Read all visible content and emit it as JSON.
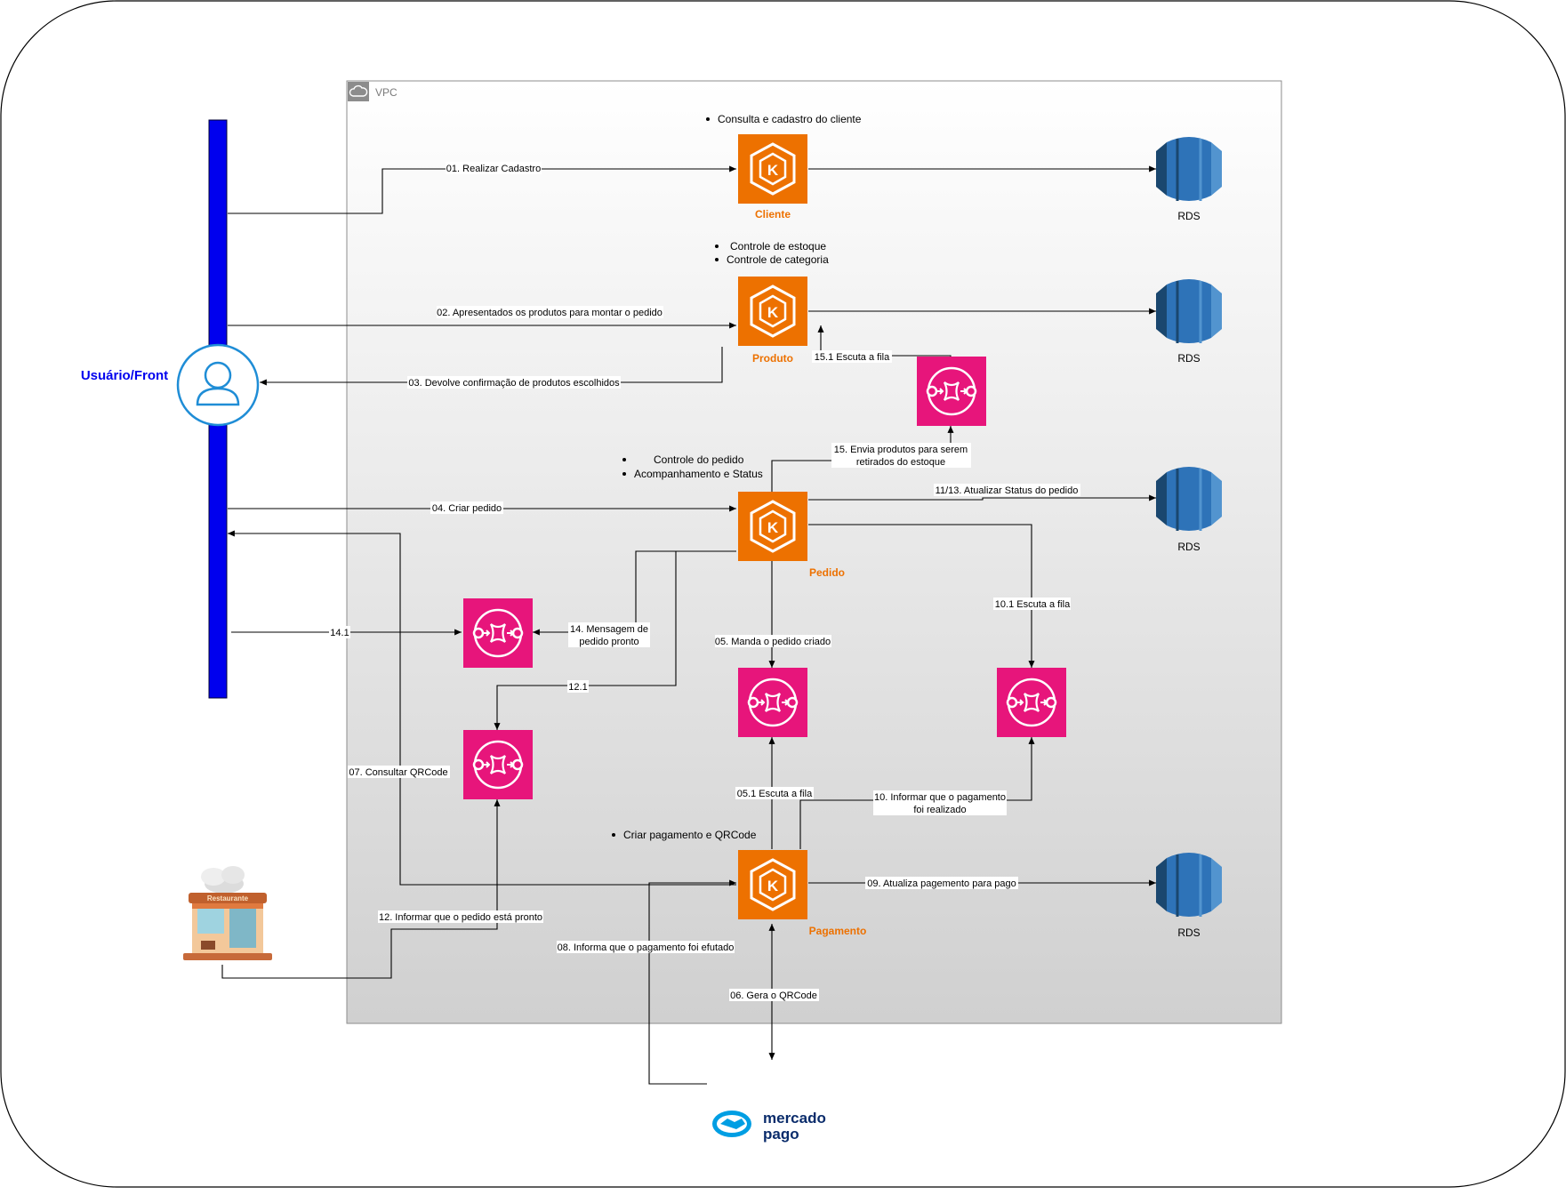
{
  "vpc": {
    "label": "VPC"
  },
  "user": {
    "label": "Usuário/Front"
  },
  "services": {
    "cliente": "Cliente",
    "produto": "Produto",
    "pedido": "Pedido",
    "pagamento": "Pagamento"
  },
  "rds_label": "RDS",
  "notes": {
    "cliente": [
      "Consulta e cadastro do cliente"
    ],
    "produto": [
      "Controle de estoque",
      "Controle de categoria"
    ],
    "pedido": [
      "Controle do pedido",
      "Acompanhamento e Status"
    ],
    "pagamento": [
      "Criar pagamento e QRCode"
    ]
  },
  "flows": {
    "f01": "01. Realizar Cadastro",
    "f02": "02. Apresentados os produtos para montar o pedido",
    "f03": "03. Devolve confirmação de produtos escolhidos",
    "f04": "04. Criar pedido",
    "f05": "05. Manda o pedido criado",
    "f05_1": "05.1 Escuta a fila",
    "f06": "06. Gera o QRCode",
    "f07": "07. Consultar QRCode",
    "f08": "08. Informa que o pagamento foi efutado",
    "f09": "09. Atualiza pagemento para pago",
    "f10": [
      "10. Informar que o pagamento",
      "foi realizado"
    ],
    "f10_1": "10.1 Escuta a fila",
    "f11_13": "11/13. Atualizar Status do pedido",
    "f12": "12. Informar que o pedido está pronto",
    "f12_1": "12.1",
    "f14": [
      "14. Mensagem de",
      "pedido pronto"
    ],
    "f14_1": "14.1",
    "f15": [
      "15. Envia produtos para serem",
      "retirados do estoque"
    ],
    "f15_1": "15.1 Escuta a fila"
  },
  "external": {
    "restaurant_sign": "Restaurante",
    "payment_provider": [
      "mercado",
      "pago"
    ]
  },
  "colors": {
    "eks": "#ED7100",
    "sqs": "#E7157B",
    "rds_dark": "#1a476f",
    "rds_mid": "#2e73b8",
    "rds_light": "#5294cf",
    "user_bar": "#0000EE",
    "user_icon": "#1f8dd6",
    "mercadopago": "#009ee3"
  }
}
